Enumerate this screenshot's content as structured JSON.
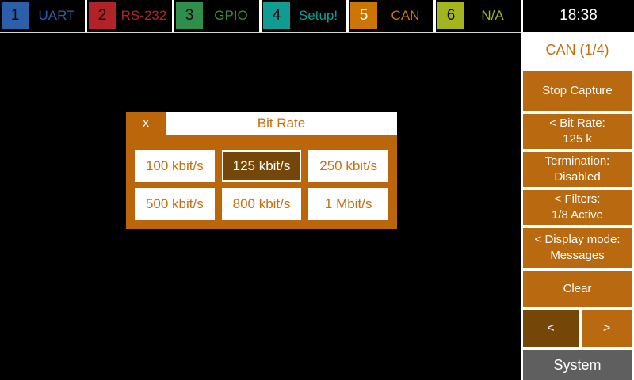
{
  "colors": {
    "background": "#000000",
    "accent_orange": "#b96a10",
    "dialog_orange": "#bc660c",
    "orange_text": "#c4700e",
    "selected_dark_brown": "#744608",
    "system_gray": "#5f5f5f",
    "panel_white": "#ffffff",
    "tab_blue": "#2b5fa9",
    "tab_red": "#b22328",
    "tab_green": "#2f8f4a",
    "tab_teal": "#109c93",
    "tab_orange": "#cc7404",
    "tab_olive": "#a3b41e"
  },
  "tab_bar": {
    "tabs": [
      {
        "number": "1",
        "label": "UART",
        "color": "#2b5fa9",
        "active": false
      },
      {
        "number": "2",
        "label": "RS-232",
        "color": "#b22328",
        "active": false
      },
      {
        "number": "3",
        "label": "GPIO",
        "color": "#2f8f4a",
        "active": false
      },
      {
        "number": "4",
        "label": "Setup!",
        "color": "#109c93",
        "active": false
      },
      {
        "number": "5",
        "label": "CAN",
        "color": "#cc7404",
        "active": true
      },
      {
        "number": "6",
        "label": "N/A",
        "color": "#a3b41e",
        "active": false
      }
    ],
    "clock": "18:38"
  },
  "dialog": {
    "close": "x",
    "title": "Bit Rate",
    "options": [
      {
        "label": "100 kbit/s",
        "selected": false
      },
      {
        "label": "125 kbit/s",
        "selected": true
      },
      {
        "label": "250 kbit/s",
        "selected": false
      },
      {
        "label": "500 kbit/s",
        "selected": false
      },
      {
        "label": "800 kbit/s",
        "selected": false
      },
      {
        "label": "1 Mbit/s",
        "selected": false
      }
    ]
  },
  "sidebar": {
    "title": "CAN (1/4)",
    "stop_capture": "Stop Capture",
    "bit_rate": {
      "line1": "< Bit Rate:",
      "line2": "125 k"
    },
    "termination": {
      "line1": "Termination:",
      "line2": "Disabled"
    },
    "filters": {
      "line1": "< Filters:",
      "line2": "1/8 Active"
    },
    "display_mode": {
      "line1": "< Display mode:",
      "line2": "Messages"
    },
    "clear": "Clear",
    "prev": "<",
    "next": ">",
    "system": "System"
  }
}
